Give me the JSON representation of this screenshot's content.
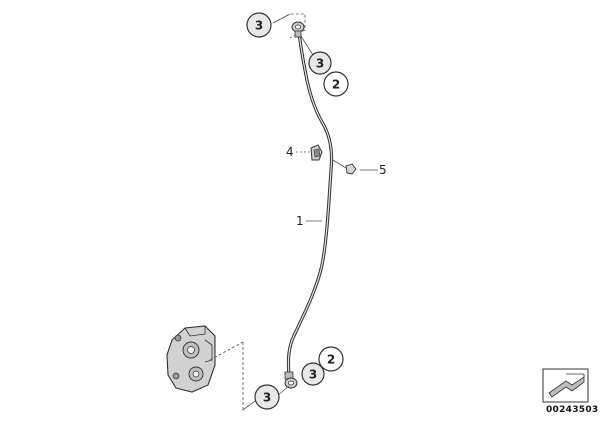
{
  "callouts": {
    "c1": "1",
    "c4": "4",
    "c5": "5"
  },
  "circled": {
    "top_left_3": "3",
    "top_3": "3",
    "top_2": "2",
    "bottom_2": "2",
    "bottom_3": "3",
    "bottom_left_3": "3"
  },
  "diagram_number": "00243503",
  "colors": {
    "line": "#333333",
    "circle_fill": "#e8e8e8",
    "part_fill": "#cfcfcf"
  }
}
